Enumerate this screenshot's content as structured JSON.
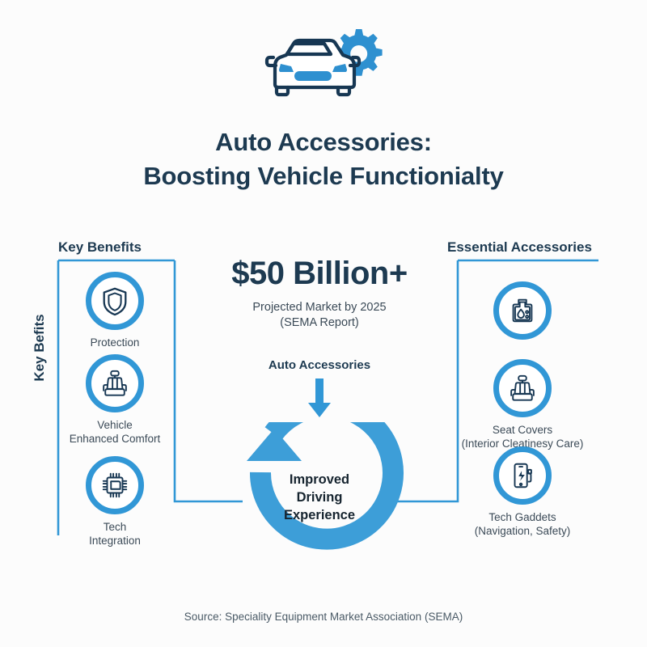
{
  "theme": {
    "background": "#fcfcfc",
    "accent_blue": "#3197d6",
    "dark_navy": "#1d3a51",
    "body_text": "#3b4a57"
  },
  "logo": {
    "name": "car-gear-logo",
    "car_icon": "car-front-icon",
    "gear_icon": "gear-icon"
  },
  "title": {
    "line1": "Auto Accessories:",
    "line2": "Boosting Vehicle Functionialty"
  },
  "left_column": {
    "header": "Key Benefits",
    "vertical_label": "Key Befits",
    "items": [
      {
        "icon": "shield-icon",
        "label": "Protection",
        "sub": ""
      },
      {
        "icon": "car-seat-icon",
        "label": "Vehicle",
        "sub": "Enhanced Comfort"
      },
      {
        "icon": "microchip-icon",
        "label": "Tech",
        "sub": "Integration"
      }
    ]
  },
  "right_column": {
    "header": "Essential Accessories",
    "items": [
      {
        "icon": "floor-mat-droplet-icon",
        "label": "",
        "sub": ""
      },
      {
        "icon": "car-seat-icon",
        "label": "Seat Covers",
        "sub": "(Interior Cleatinesy Care)"
      },
      {
        "icon": "phone-charger-icon",
        "label": "Tech Gaddets",
        "sub": "(Navigation, Safety)"
      }
    ]
  },
  "center": {
    "stat_value": "$50 Billion+",
    "stat_caption": "Projected Market by 2025",
    "stat_caption_sub": "(SEMA Report)",
    "flow_label": "Auto Accessories",
    "flow_arrow_icon": "arrow-down-icon",
    "cycle_icon": "circular-arrow-icon",
    "cycle_line1": "Improved",
    "cycle_line2": "Driving",
    "cycle_line3": "Experience"
  },
  "footer": {
    "source": "Source: Speciality Equipment Market Association (SEMA)"
  }
}
